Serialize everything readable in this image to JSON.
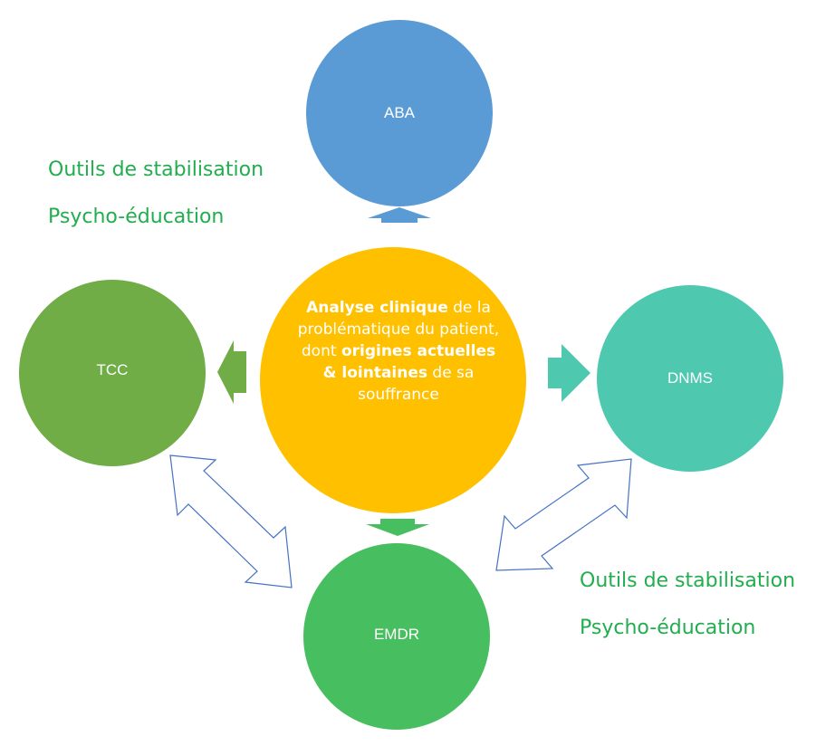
{
  "colors": {
    "aba": "#5b9bd5",
    "tcc": "#70ad47",
    "dnms": "#4ec9b0",
    "emdr": "#47be5f",
    "center": "#ffc000",
    "note_text": "#22ad4f",
    "double_arrow_outline": "#4472c4"
  },
  "nodes": {
    "aba": "ABA",
    "tcc": "TCC",
    "dnms": "DNMS",
    "emdr": "EMDR"
  },
  "center": {
    "part1_bold": "Analyse clinique",
    "part2": " de la problématique du patient, dont ",
    "part3_bold": "origines actuelles & lointaines",
    "part4": " de sa souffrance"
  },
  "notes_left": {
    "line1": "Outils de stabilisation",
    "line2": "Psycho-éducation"
  },
  "notes_right": {
    "line1": "Outils de stabilisation",
    "line2": "Psycho-éducation"
  },
  "icons": {
    "arrow_up": "arrow-up-icon",
    "arrow_left": "arrow-left-icon",
    "arrow_right": "arrow-right-icon",
    "arrow_down": "arrow-down-icon",
    "double_arrow": "double-arrow-icon"
  }
}
